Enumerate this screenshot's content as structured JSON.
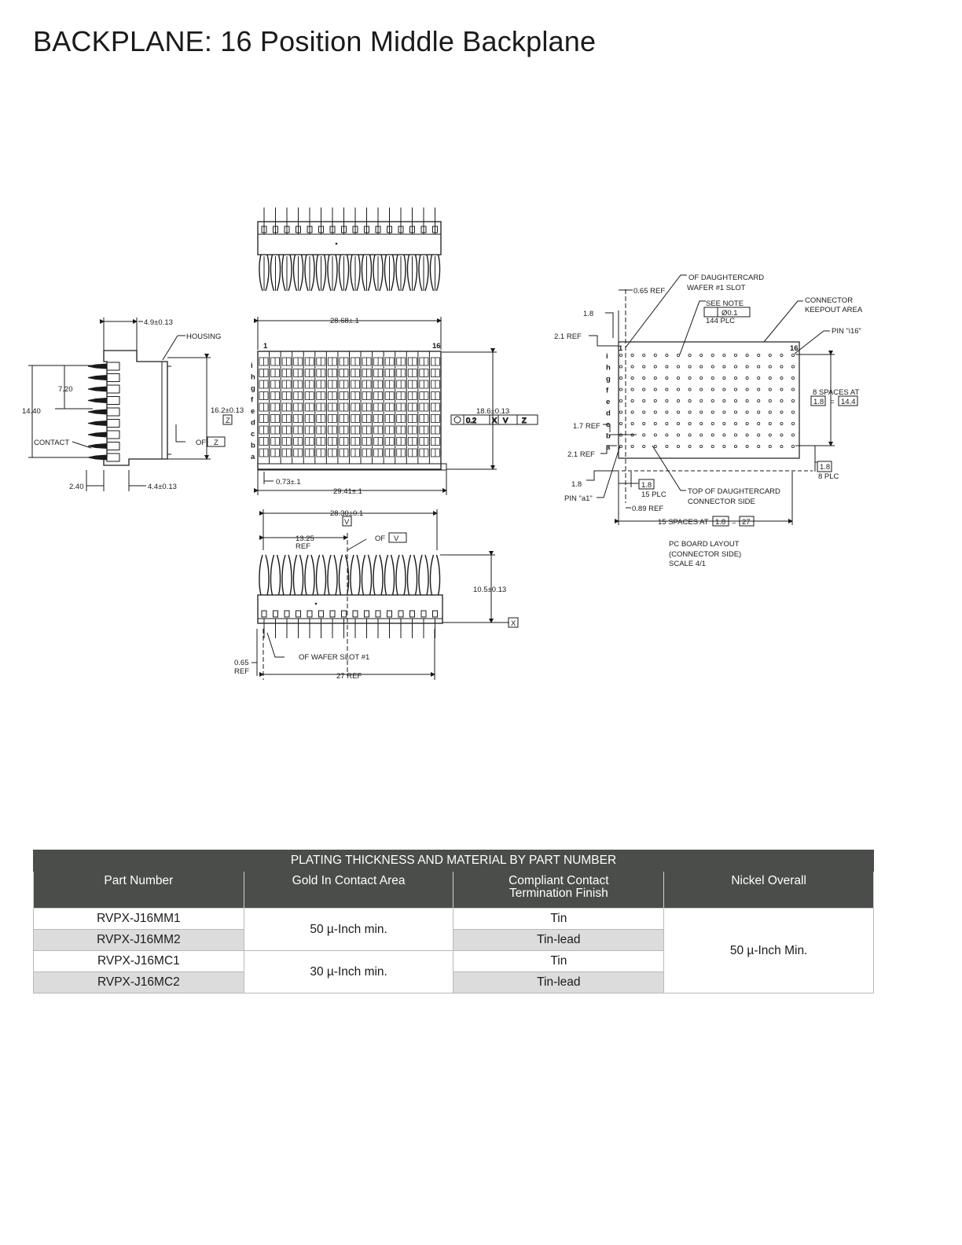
{
  "page_title": "BACKPLANE: 16 Position Middle Backplane",
  "side_view": {
    "top_dim": "4.9±0.13",
    "housing": "HOUSING",
    "dim_720": "7.20",
    "dim_1440": "14.40",
    "contact": "CONTACT",
    "dim_240": "2.40",
    "dim_44": "4.4±0.13",
    "dim_162": "16.2±0.13",
    "datum_z": "Z",
    "cl_of": "OF"
  },
  "front_view": {
    "overall": "28.68±.1",
    "pos_first": "1",
    "pos_last": "16",
    "rows": [
      "i",
      "h",
      "g",
      "f",
      "e",
      "d",
      "c",
      "b",
      "a"
    ],
    "height": "18.6±0.13",
    "fcf_tol": "0.2",
    "fcf_refs": [
      "X",
      "V",
      "Z"
    ],
    "dim_073": "0.73±.1",
    "dim_2941": "29.41±.1"
  },
  "bottom_view": {
    "dim_2830": "28.30±0.1",
    "datum_v": "V",
    "dim_1325": "13.25",
    "ref": "REF",
    "cl_of": "OF",
    "dim_105": "10.5±0.13",
    "datum_x": "X",
    "dim_065": "0.65",
    "wafer_slot": "OF WAFER SLOT  #1",
    "dim_27ref": "27 REF"
  },
  "pcb_layout": {
    "cl_daughter_1": "OF DAUGHTERCARD",
    "cl_daughter_2": "WAFER #1 SLOT",
    "dim_065ref": "0.65 REF",
    "see_note": "SEE NOTE",
    "hole_tol": "Ø0.1",
    "plc_144": "144 PLC",
    "keepout_1": "CONNECTOR",
    "keepout_2": "KEEPOUT AREA",
    "pin_i16": "PIN \"i16\"",
    "dim_18": "1.8",
    "dim_21ref": "2.1 REF",
    "dim_17ref": "1.7 REF",
    "rows": [
      "i",
      "h",
      "g",
      "f",
      "e",
      "d",
      "c",
      "b",
      "a"
    ],
    "pos_first": "1",
    "pos_last": "16",
    "spaces8_1": "8 SPACES AT",
    "spaces8_val": "1.8",
    "spaces8_eq": "=",
    "spaces8_tot": "14.4",
    "plc8_val": "1.8",
    "plc8": "8 PLC",
    "pin_a1": "PIN \"a1\"",
    "plc15_val": "1.8",
    "plc15": "15 PLC",
    "dim_089ref": "0.89 REF",
    "top_dc_1": "TOP OF DAUGHTERCARD",
    "top_dc_2": "CONNECTOR SIDE",
    "spaces15": "15 SPACES AT",
    "spaces15_val": "1.8",
    "spaces15_eq": "=",
    "spaces15_tot": "27",
    "caption_1": "PC BOARD LAYOUT",
    "caption_2": "(CONNECTOR SIDE)",
    "caption_3": "SCALE 4/1"
  },
  "plating_table": {
    "caption": "PLATING THICKNESS AND MATERIAL BY PART NUMBER",
    "headers": [
      "Part Number",
      "Gold In Contact Area",
      "Compliant Contact\nTermination Finish",
      "Nickel Overall"
    ],
    "header_finish_1": "Compliant Contact",
    "header_finish_2": "Termination Finish",
    "rows": [
      {
        "part": "RVPX-J16MM1",
        "finish": "Tin"
      },
      {
        "part": "RVPX-J16MM2",
        "finish": "Tin-lead"
      },
      {
        "part": "RVPX-J16MC1",
        "finish": "Tin"
      },
      {
        "part": "RVPX-J16MC2",
        "finish": "Tin-lead"
      }
    ],
    "gold_mm": "50 µ-Inch min.",
    "gold_mc": "30 µ-Inch min.",
    "nickel": "50 µ-Inch Min."
  }
}
